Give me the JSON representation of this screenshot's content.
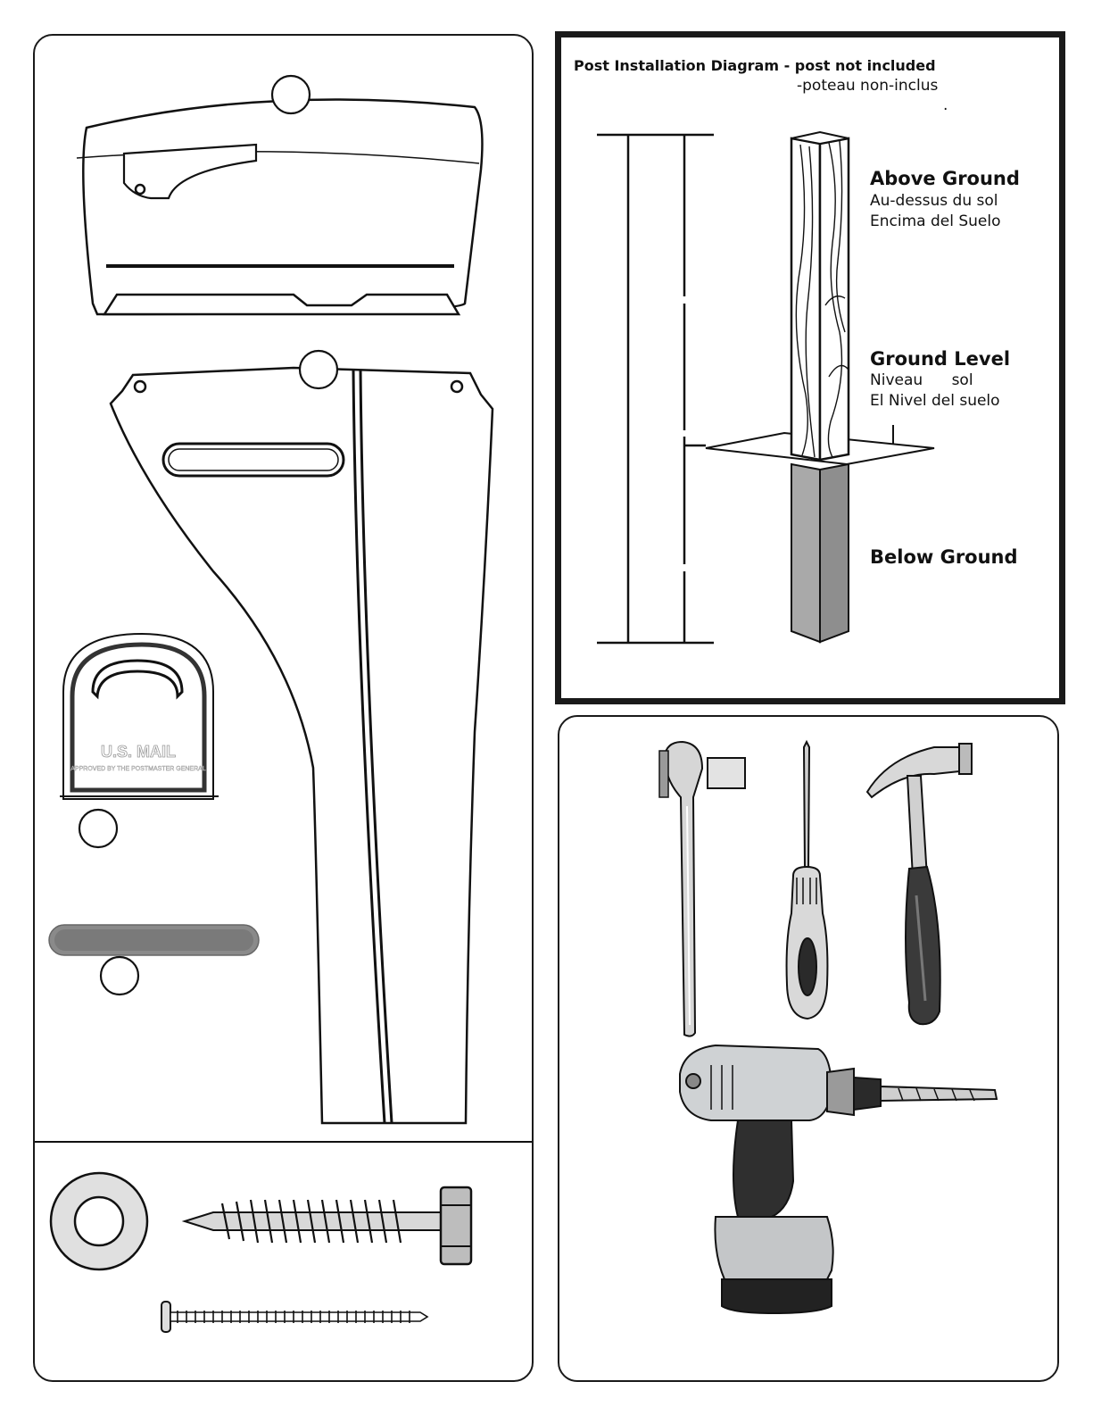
{
  "diagram": {
    "title": "Post Installation Diagram - post not included",
    "subtitle": "-poteau non-inclus",
    "dot": ".",
    "above_ground": {
      "heading": "Above Ground",
      "lines": [
        "Au-dessus du sol",
        "Encima del Suelo"
      ]
    },
    "ground_level": {
      "heading": "Ground Level",
      "lines": [
        "Niveau      sol",
        "El Nivel del suelo"
      ]
    },
    "below_ground": {
      "heading": "Below Ground"
    }
  },
  "parts": {
    "mail_plate": {
      "line1": "U.S. MAIL",
      "line2": "APPROVED BY THE POSTMASTER GENERAL"
    }
  },
  "colors": {
    "outline": "#1a1a1a",
    "post_wood": "#ffffff",
    "post_below": "#9a9a9a",
    "reflector": "#8a8a8a",
    "drill_body": "#cfd2d4",
    "grip": "#3a3a3a"
  },
  "icons": {
    "wrench": "ratchet-wrench-icon",
    "screwdriver": "screwdriver-icon",
    "hammer": "hammer-icon",
    "drill": "power-drill-icon",
    "washer": "washer-icon",
    "lag_bolt": "lag-bolt-icon",
    "screw": "screw-icon"
  }
}
